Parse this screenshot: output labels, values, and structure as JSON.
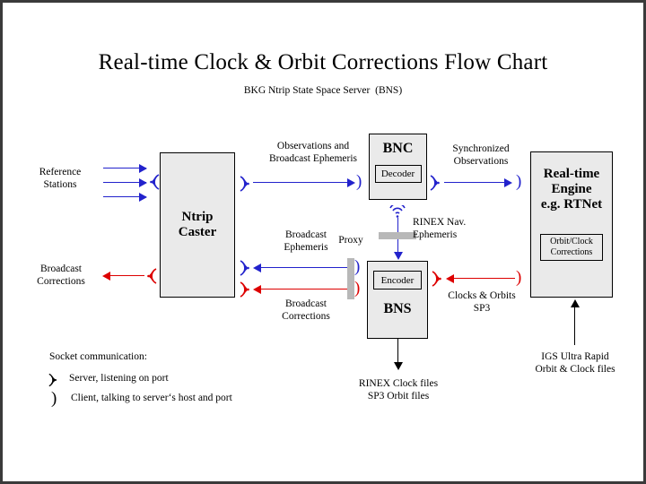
{
  "page": {
    "title": "Real-time Clock & Orbit Corrections Flow Chart",
    "subtitle": "BKG Ntrip State Space Server  (BNS)",
    "border_color": "#3a3a3a",
    "background": "#ffffff"
  },
  "colors": {
    "blue": "#2222cc",
    "red": "#dd0000",
    "black": "#000000",
    "box_fill": "#eaeaea",
    "proxy_gray": "#b8b8b8"
  },
  "boxes": {
    "ntrip_caster": {
      "label": "Ntrip\nCaster"
    },
    "bnc": {
      "label": "BNC",
      "sub": "Decoder"
    },
    "bns": {
      "label": "BNS",
      "sub": "Encoder"
    },
    "engine": {
      "label": "Real-time\nEngine\ne.g. RTNet",
      "sub": "Orbit/Clock\nCorrections"
    }
  },
  "labels": {
    "reference_stations": "Reference\nStations",
    "broadcast_corrections_left": "Broadcast\nCorrections",
    "observations_broadcast_ephemeris": "Observations and\nBroadcast Ephemeris",
    "synchronized_observations": "Synchronized\nObservations",
    "broadcast_ephemeris": "Broadcast\nEphemeris",
    "broadcast_corrections_mid": "Broadcast\nCorrections",
    "proxy": "Proxy",
    "rinex_nav_ephemeris": "RINEX Nav.\nEphemeris",
    "clocks_orbits_sp3": "Clocks & Orbits\nSP3",
    "rinex_clock_sp3_files": "RINEX Clock files\nSP3 Orbit files",
    "igs_ultra_rapid": "IGS Ultra Rapid\nOrbit & Clock files"
  },
  "legend": {
    "heading": "Socket communication:",
    "server": "Server, listening on port",
    "client": "Client, talking to server‘s host and port",
    "server_icon": "socket-server-icon",
    "client_icon": "socket-client-paren-icon"
  }
}
